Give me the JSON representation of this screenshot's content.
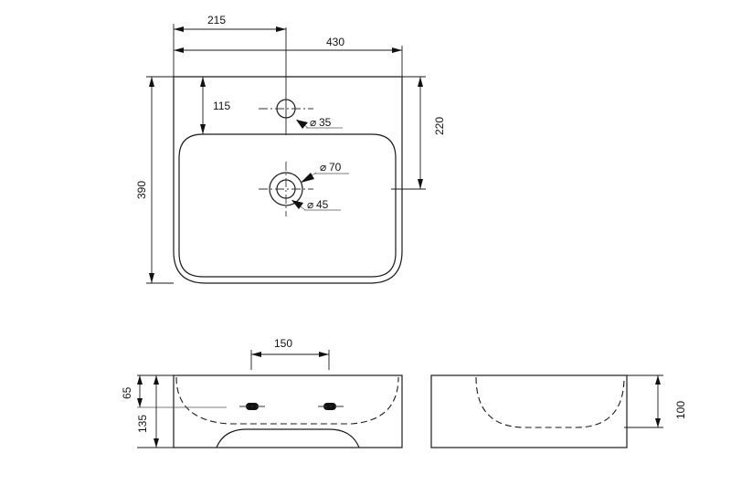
{
  "top_view": {
    "dim_tap_offset": "215",
    "dim_width": "430",
    "dim_depth": "390",
    "dim_tap_from_back": "115",
    "dim_drain_from_back": "220",
    "tap_hole": "35",
    "drain_outer": "70",
    "drain_inner": "45",
    "diameter_symbol": "⌀"
  },
  "front_view": {
    "dim_fixing_spacing": "150",
    "dim_fixing_height": "65",
    "dim_side_height": "135"
  },
  "side_view": {
    "dim_bowl_depth": "100"
  }
}
